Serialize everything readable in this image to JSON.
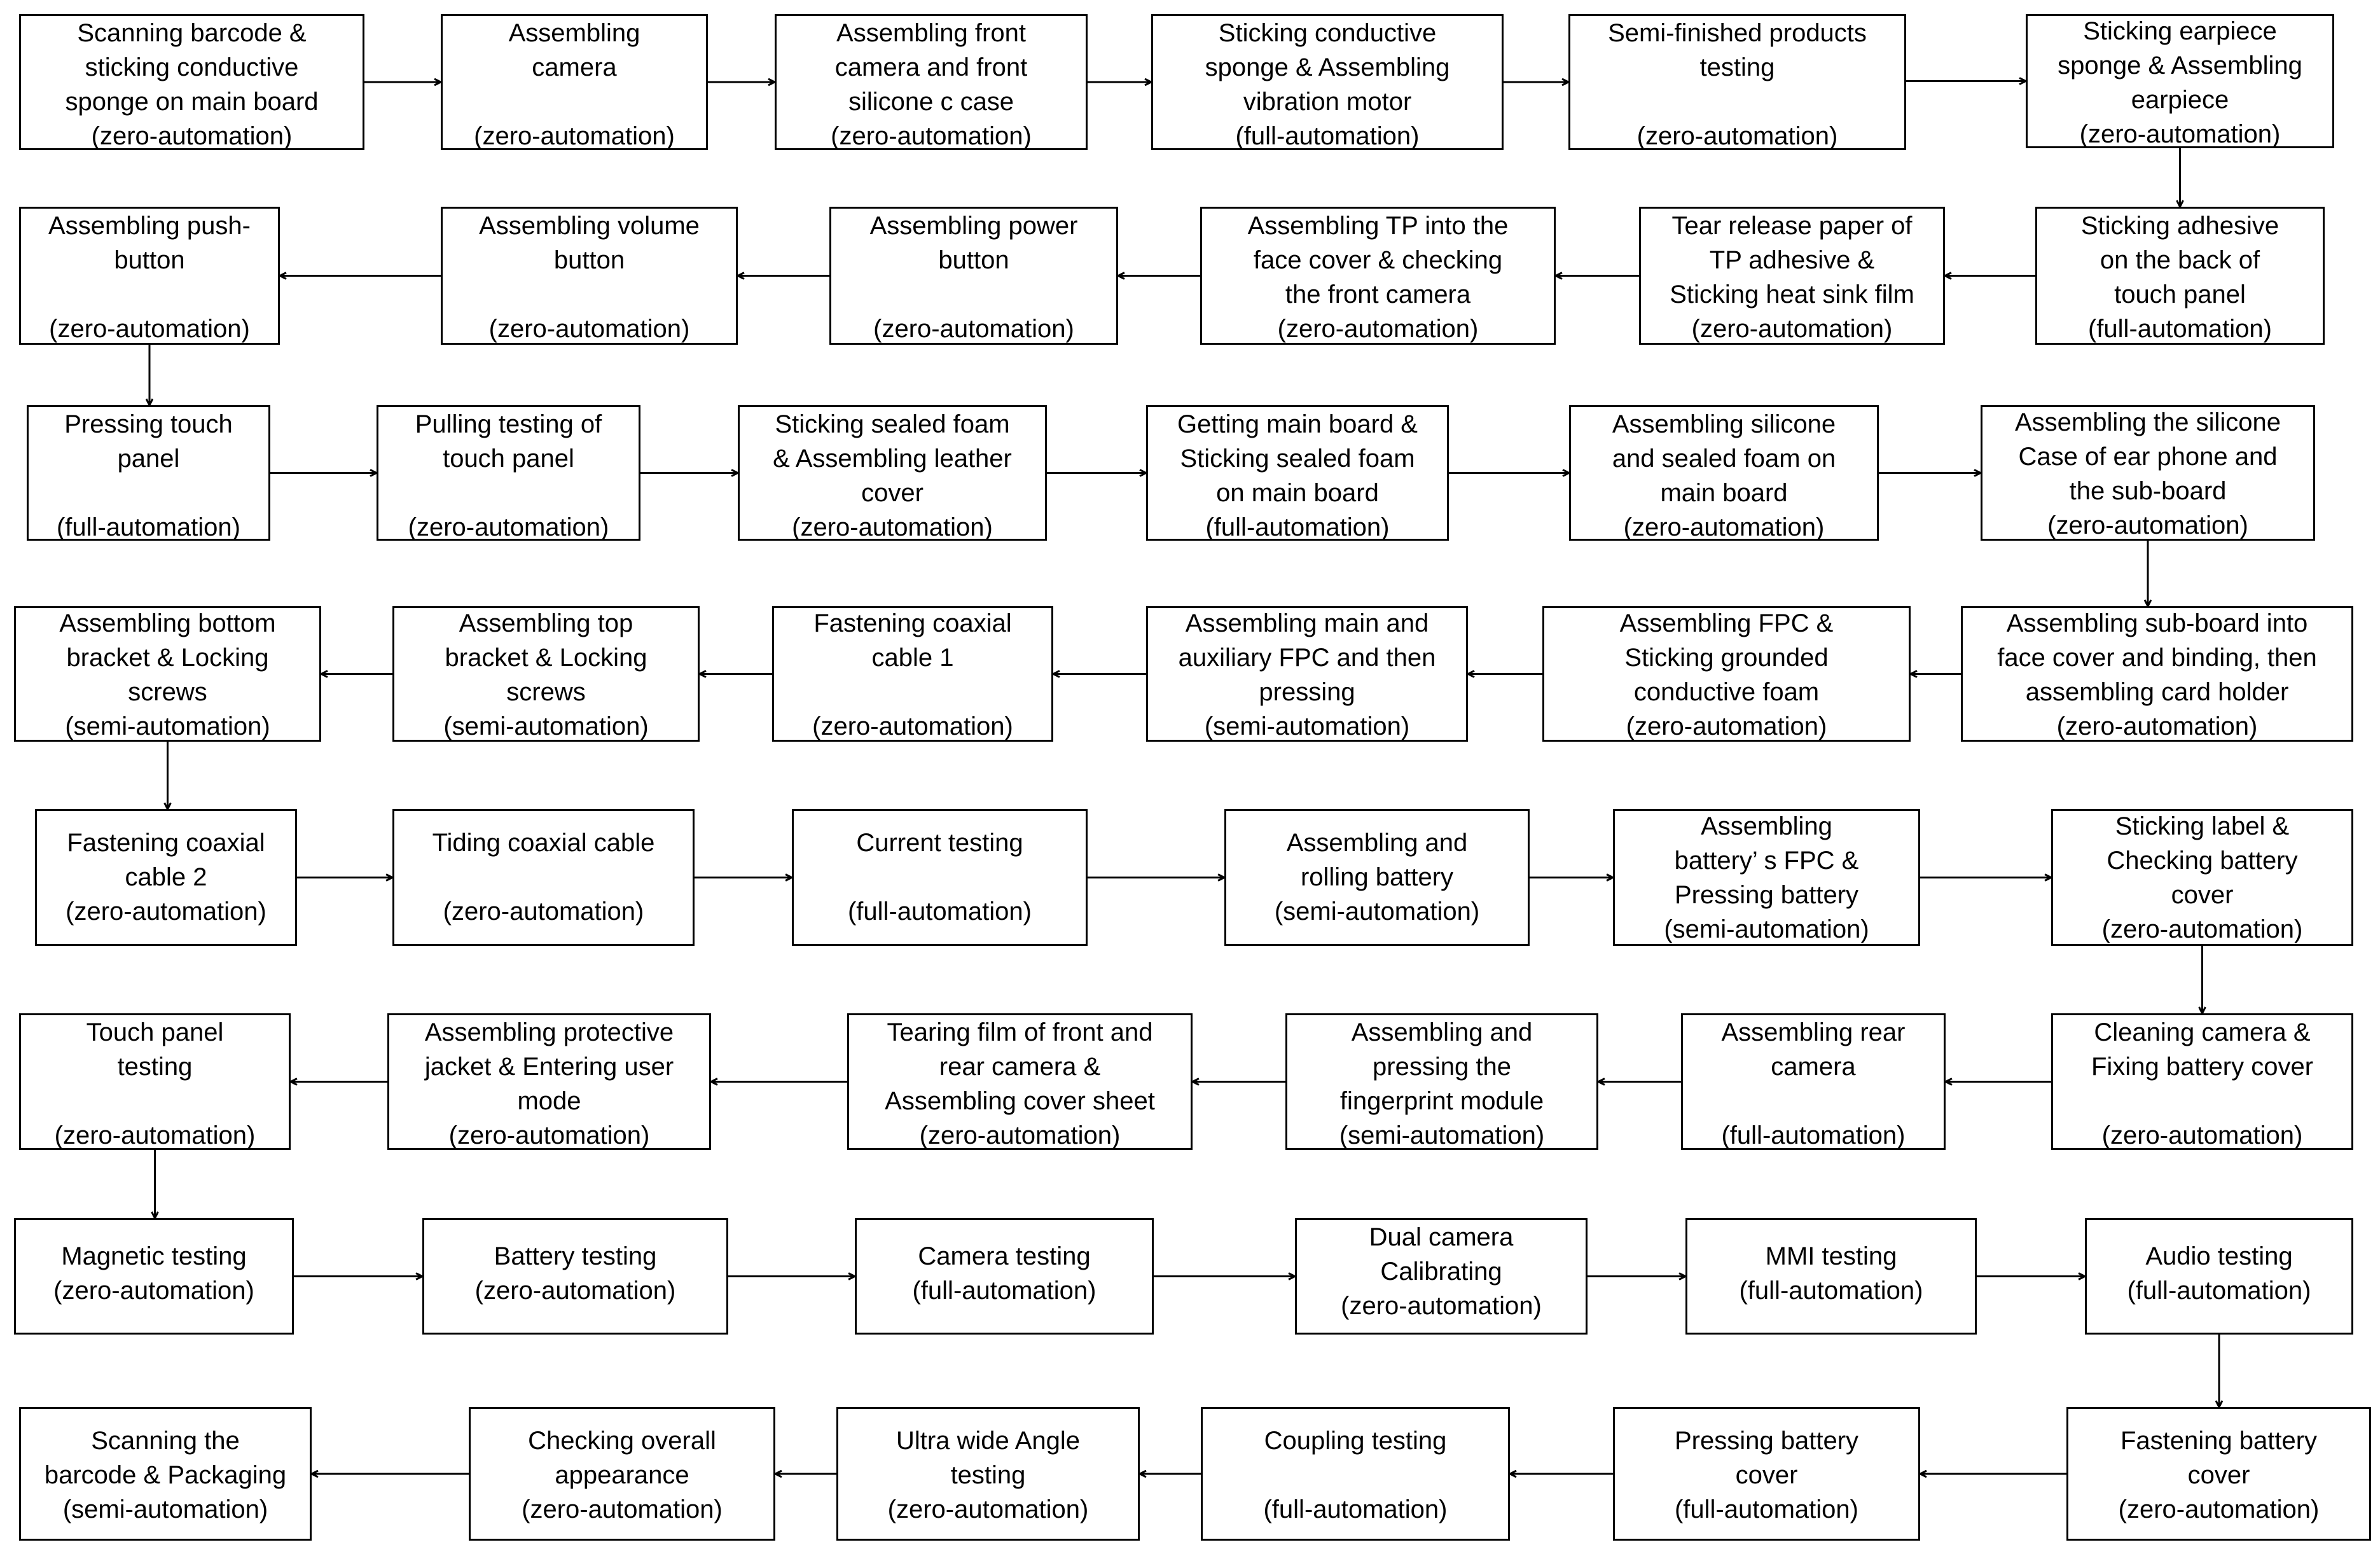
{
  "steps": [
    {
      "lines": [
        "Scanning barcode &",
        "sticking conductive",
        "sponge on main board",
        "(zero-automation)"
      ]
    },
    {
      "lines": [
        "Assembling",
        "camera",
        "",
        "(zero-automation)"
      ]
    },
    {
      "lines": [
        "Assembling front",
        "camera and front",
        "silicone c case",
        "(zero-automation)"
      ]
    },
    {
      "lines": [
        "Sticking conductive",
        "sponge & Assembling",
        "vibration motor",
        "(full-automation)"
      ]
    },
    {
      "lines": [
        "Semi-finished products",
        "testing",
        "",
        "(zero-automation)"
      ]
    },
    {
      "lines": [
        "Sticking earpiece",
        "sponge & Assembling",
        "earpiece",
        "(zero-automation)"
      ]
    },
    {
      "lines": [
        "Sticking adhesive",
        "on the back of",
        "touch panel",
        "(full-automation)"
      ]
    },
    {
      "lines": [
        "Tear release paper of",
        "TP adhesive &",
        "Sticking heat sink film",
        "(zero-automation)"
      ]
    },
    {
      "lines": [
        "Assembling TP into the",
        "face cover & checking",
        "the front camera",
        "(zero-automation)"
      ]
    },
    {
      "lines": [
        "Assembling power",
        "button",
        "",
        "(zero-automation)"
      ]
    },
    {
      "lines": [
        "Assembling volume",
        "button",
        "",
        "(zero-automation)"
      ]
    },
    {
      "lines": [
        "Assembling push-",
        "button",
        "",
        "(zero-automation)"
      ]
    },
    {
      "lines": [
        "Pressing touch",
        "panel",
        "",
        "(full-automation)"
      ]
    },
    {
      "lines": [
        "Pulling testing of",
        "touch panel",
        "",
        "(zero-automation)"
      ]
    },
    {
      "lines": [
        "Sticking sealed foam",
        "& Assembling leather",
        "cover",
        "(zero-automation)"
      ]
    },
    {
      "lines": [
        "Getting main board &",
        "Sticking sealed foam",
        "on main board",
        "(full-automation)"
      ]
    },
    {
      "lines": [
        "Assembling silicone",
        "and sealed foam on",
        "main board",
        "(zero-automation)"
      ]
    },
    {
      "lines": [
        "Assembling the silicone",
        "Case of ear phone and",
        "the sub-board",
        "(zero-automation)"
      ]
    },
    {
      "lines": [
        "Assembling sub-board into",
        "face cover and binding, then",
        "assembling card holder",
        "(zero-automation)"
      ]
    },
    {
      "lines": [
        "Assembling FPC &",
        "Sticking grounded",
        "conductive foam",
        "(zero-automation)"
      ]
    },
    {
      "lines": [
        "Assembling main and",
        "auxiliary FPC and then",
        "pressing",
        "(semi-automation)"
      ]
    },
    {
      "lines": [
        "Fastening coaxial",
        "cable 1",
        "",
        "(zero-automation)"
      ]
    },
    {
      "lines": [
        "Assembling top",
        "bracket & Locking",
        "screws",
        "(semi-automation)"
      ]
    },
    {
      "lines": [
        "Assembling bottom",
        "bracket & Locking",
        "screws",
        "(semi-automation)"
      ]
    },
    {
      "lines": [
        "Fastening coaxial",
        "cable 2",
        "(zero-automation)"
      ]
    },
    {
      "lines": [
        "Tiding coaxial cable",
        "",
        "(zero-automation)"
      ]
    },
    {
      "lines": [
        "Current testing",
        "",
        "(full-automation)"
      ]
    },
    {
      "lines": [
        "Assembling and",
        "rolling battery",
        "(semi-automation)"
      ]
    },
    {
      "lines": [
        "Assembling",
        "battery’ s FPC &",
        "Pressing battery",
        "(semi-automation)"
      ]
    },
    {
      "lines": [
        "Sticking label &",
        "Checking battery",
        "cover",
        "(zero-automation)"
      ]
    },
    {
      "lines": [
        "Cleaning camera &",
        "Fixing battery cover",
        "",
        "(zero-automation)"
      ]
    },
    {
      "lines": [
        "Assembling rear",
        "camera",
        "",
        "(full-automation)"
      ]
    },
    {
      "lines": [
        "Assembling and",
        "pressing the",
        "fingerprint module",
        "(semi-automation)"
      ]
    },
    {
      "lines": [
        "Tearing film of front and",
        "rear camera &",
        "Assembling cover sheet",
        "(zero-automation)"
      ]
    },
    {
      "lines": [
        "Assembling protective",
        "jacket & Entering user",
        "mode",
        "(zero-automation)"
      ]
    },
    {
      "lines": [
        "Touch panel",
        "testing",
        "",
        "(zero-automation)"
      ]
    },
    {
      "lines": [
        "Magnetic testing",
        "(zero-automation)"
      ]
    },
    {
      "lines": [
        "Battery testing",
        "(zero-automation)"
      ]
    },
    {
      "lines": [
        "Camera testing",
        "(full-automation)"
      ]
    },
    {
      "lines": [
        "Dual camera",
        "Calibrating",
        "(zero-automation)"
      ]
    },
    {
      "lines": [
        "MMI testing",
        "(full-automation)"
      ]
    },
    {
      "lines": [
        "Audio testing",
        "(full-automation)"
      ]
    },
    {
      "lines": [
        "Fastening battery",
        "cover",
        "(zero-automation)"
      ]
    },
    {
      "lines": [
        "Pressing battery",
        "cover",
        "(full-automation)"
      ]
    },
    {
      "lines": [
        "Coupling testing",
        "",
        "(full-automation)"
      ]
    },
    {
      "lines": [
        "Ultra wide Angle",
        "testing",
        "(zero-automation)"
      ]
    },
    {
      "lines": [
        "Checking overall",
        "appearance",
        "(zero-automation)"
      ]
    },
    {
      "lines": [
        "Scanning the",
        "barcode & Packaging",
        "(semi-automation)"
      ]
    }
  ]
}
